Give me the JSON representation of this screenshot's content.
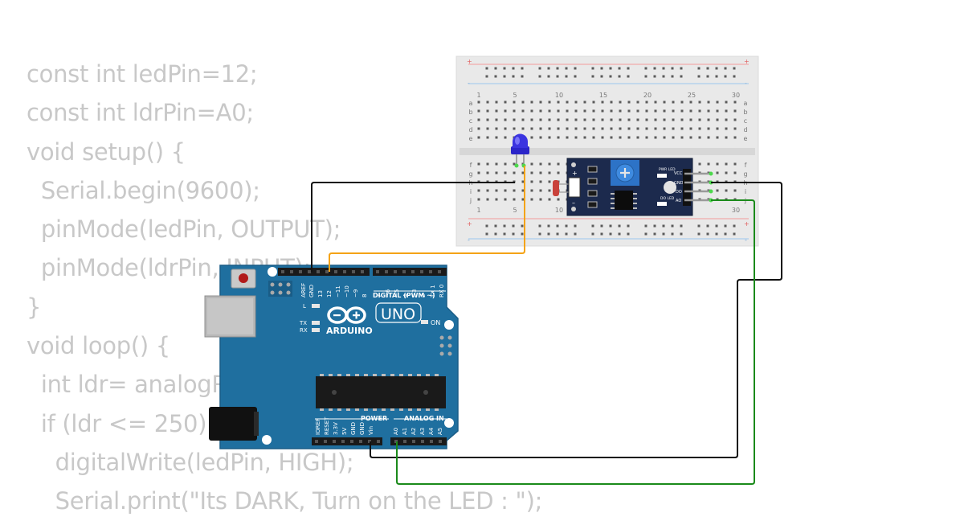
{
  "sketch": {
    "lines": [
      "const int ledPin=12;",
      "const int ldrPin=A0;",
      "void setup() {",
      "  Serial.begin(9600);",
      "  pinMode(ledPin, OUTPUT);",
      "  pinMode(ldrPin, INPUT);",
      "}",
      "void loop() {",
      "  int ldr= analogRead(ldrPin);",
      "  if (ldr <= 250){",
      "    digitalWrite(ledPin, HIGH);",
      "    Serial.print(\"Its DARK, Turn on the LED : \");"
    ]
  },
  "breadboard": {
    "plus": "+",
    "minus": "-",
    "col_labels": [
      "1",
      "5",
      "10",
      "15",
      "20",
      "25",
      "30"
    ],
    "rows_top": [
      "a",
      "b",
      "c",
      "d",
      "e"
    ],
    "rows_bottom": [
      "f",
      "g",
      "h",
      "i",
      "j"
    ]
  },
  "ldr_module": {
    "pins": [
      "VCC",
      "GND",
      "DO",
      "AO"
    ],
    "pwr_led": "PWR LED",
    "do_led": "DO LED"
  },
  "arduino": {
    "brand": "ARDUINO",
    "model": "UNO",
    "digital_header": "DIGITAL (PWM ~)",
    "power_header": "POWER",
    "analog_header": "ANALOG IN",
    "on_label": "ON",
    "l_label": "L",
    "tx_label": "TX",
    "rx_label": "RX",
    "top_pins": [
      "AREF",
      "GND",
      "13",
      "12",
      "~11",
      "~10",
      "~9",
      "8",
      "7",
      "~6",
      "~5",
      "4",
      "~3",
      "2",
      "TX 1",
      "RX 0"
    ],
    "power_pins": [
      "IOREF",
      "RESET",
      "3.3V",
      "5V",
      "GND",
      "GND",
      "Vin"
    ],
    "analog_pins": [
      "A0",
      "A1",
      "A2",
      "A3",
      "A4",
      "A5"
    ]
  },
  "wires": [
    {
      "name": "gnd",
      "color": "#111111"
    },
    {
      "name": "led-signal",
      "color": "#f4a316"
    },
    {
      "name": "module-power",
      "color": "#111111"
    },
    {
      "name": "module-analog",
      "color": "#1a8a1a"
    }
  ]
}
